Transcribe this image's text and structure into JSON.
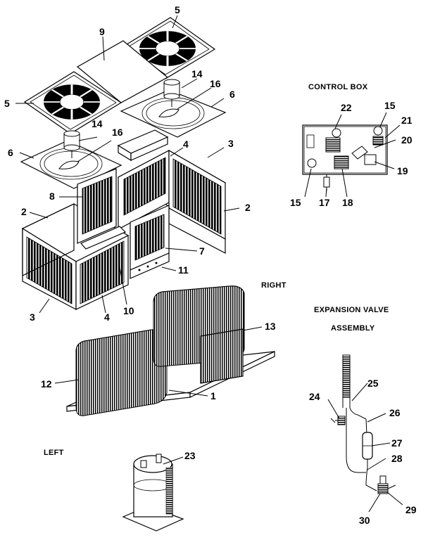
{
  "headings": {
    "control_box": "CONTROL BOX",
    "expansion_valve_1": "EXPANSION VALVE",
    "expansion_valve_2": "ASSEMBLY",
    "right": "RIGHT",
    "left": "LEFT"
  },
  "callouts": {
    "c5_top": "5",
    "c9": "9",
    "c5_left": "5",
    "c14_right": "14",
    "c16_right": "16",
    "c6_right": "6",
    "c14_left": "14",
    "c16_left": "16",
    "c6_left": "6",
    "c4_top": "4",
    "c3_top": "3",
    "c8": "8",
    "c2_left": "2",
    "c2_right": "2",
    "c7": "7",
    "c11": "11",
    "c3_bottom": "3",
    "c4_bottom": "4",
    "c10": "10",
    "c13": "13",
    "c12": "12",
    "c1": "1",
    "c23": "23",
    "c22": "22",
    "c15_top": "15",
    "c21": "21",
    "c20": "20",
    "c19": "19",
    "c15_bottom": "15",
    "c17": "17",
    "c18": "18",
    "c25": "25",
    "c24": "24",
    "c26": "26",
    "c27": "27",
    "c28": "28",
    "c29": "29",
    "c30": "30"
  }
}
